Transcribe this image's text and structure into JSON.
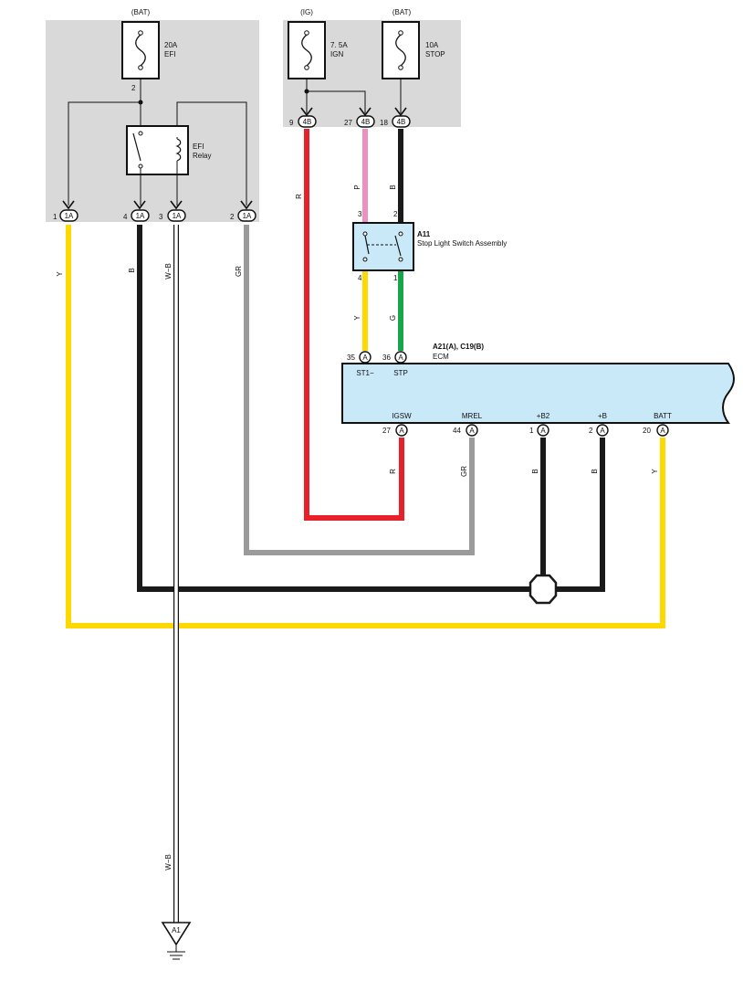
{
  "colors": {
    "panel_bg": "#d9d9d9",
    "ecm_bg": "#c9e8f8",
    "switch_bg": "#c9e8f8",
    "wire_red": "#e8202a",
    "wire_pink": "#ef8fbd",
    "wire_black": "#1a1a1a",
    "wire_yellow": "#ffd800",
    "wire_green": "#17a64b",
    "wire_gray": "#9b9b9b",
    "wire_whiteblack": "#ffffff"
  },
  "left_panel": {
    "source": "(BAT)",
    "fuse_rating": "20A",
    "fuse_name": "EFI",
    "fuse_pin": "2",
    "relay_name1": "EFI",
    "relay_name2": "Relay",
    "pins": [
      {
        "num": "1",
        "conn": "1A"
      },
      {
        "num": "4",
        "conn": "1A"
      },
      {
        "num": "3",
        "conn": "1A"
      },
      {
        "num": "2",
        "conn": "1A"
      }
    ]
  },
  "right_panel": {
    "source_ig": "(IG)",
    "source_bat": "(BAT)",
    "fuse1_rating": "7. 5A",
    "fuse1_name": "IGN",
    "fuse2_rating": "10A",
    "fuse2_name": "STOP",
    "pins": [
      {
        "num": "9",
        "conn": "4B"
      },
      {
        "num": "27",
        "conn": "4B"
      },
      {
        "num": "18",
        "conn": "4B"
      }
    ]
  },
  "switch": {
    "code": "A11",
    "name": "Stop Light Switch Assembly",
    "pin_top_left": "3",
    "pin_top_right": "2",
    "pin_bot_left": "4",
    "pin_bot_right": "1"
  },
  "ecm": {
    "code": "A21(A), C19(B)",
    "name": "ECM",
    "top_pins": [
      {
        "num": "35",
        "conn": "A",
        "label": "ST1−"
      },
      {
        "num": "36",
        "conn": "A",
        "label": "STP"
      }
    ],
    "bottom_pins": [
      {
        "num": "27",
        "conn": "A",
        "label": "IGSW"
      },
      {
        "num": "44",
        "conn": "A",
        "label": "MREL"
      },
      {
        "num": "1",
        "conn": "A",
        "label": "+B2"
      },
      {
        "num": "2",
        "conn": "A",
        "label": "+B"
      },
      {
        "num": "20",
        "conn": "A",
        "label": "BATT"
      }
    ]
  },
  "wire_labels": {
    "y_left": "Y",
    "b_left": "B",
    "wb_upper": "W−B",
    "gr_left": "GR",
    "r_ig": "R",
    "p_ig": "P",
    "b_stop": "B",
    "y_sw": "Y",
    "g_sw": "G",
    "r_igsw": "R",
    "gr_mrel": "GR",
    "b_b2": "B",
    "b_b": "B",
    "y_batt": "Y",
    "wb_lower": "W−B"
  },
  "ground": {
    "label": "A1"
  }
}
